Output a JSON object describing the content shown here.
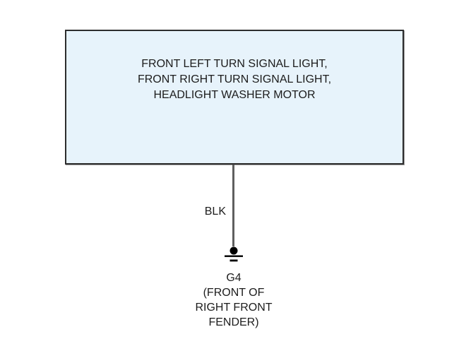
{
  "background_color": "#ffffff",
  "text_color": "#1c1c1c",
  "component_box": {
    "lines": [
      "FRONT LEFT TURN SIGNAL LIGHT,",
      "FRONT RIGHT TURN SIGNAL LIGHT,",
      "HEADLIGHT WASHER MOTOR"
    ],
    "fill_color": "#e7f3fb",
    "border_color": "#2d2d2d"
  },
  "wire": {
    "label": "BLK",
    "color": "#5f5f5f"
  },
  "ground": {
    "id": "G4",
    "location": [
      "(FRONT OF",
      "RIGHT FRONT",
      "FENDER)"
    ],
    "symbol_color": "#000000"
  }
}
